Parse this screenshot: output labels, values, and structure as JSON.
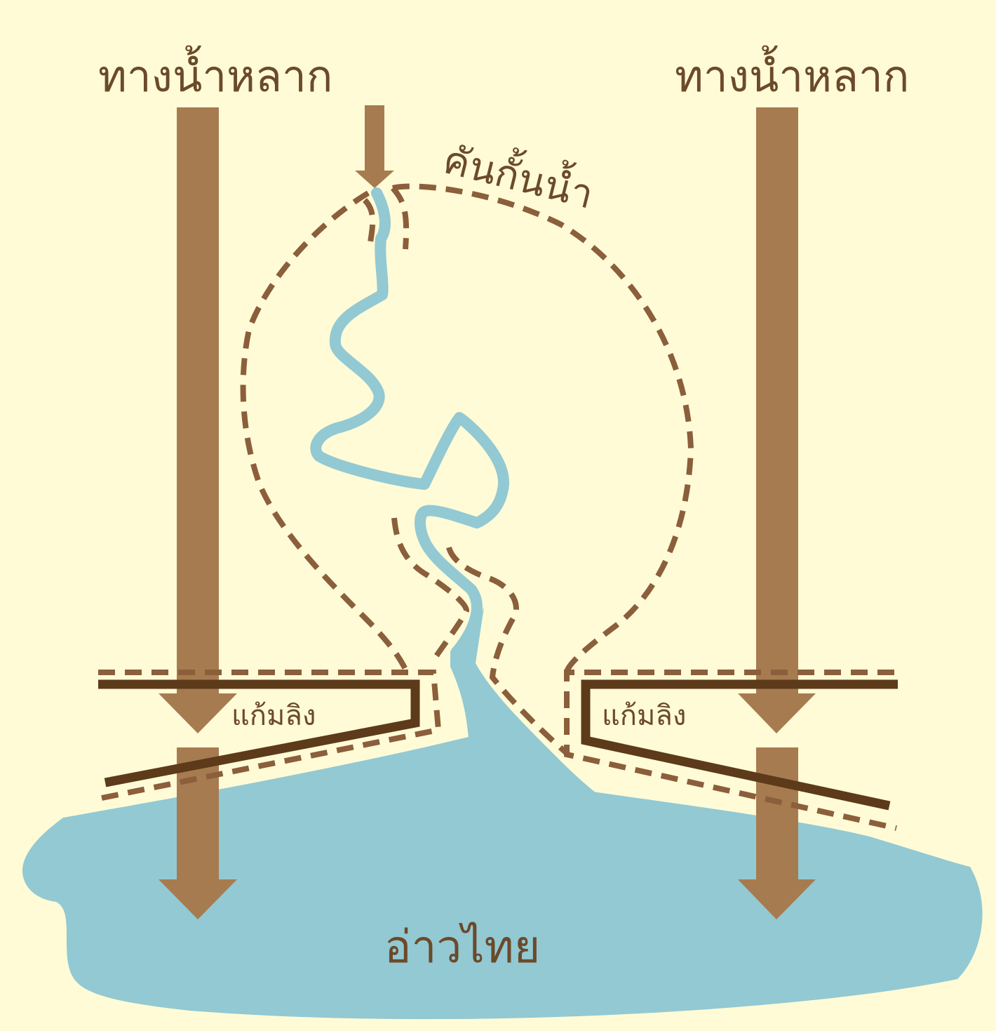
{
  "labels": {
    "floodway_left": "ทางน้ำหลาก",
    "floodway_right": "ทางน้ำหลาก",
    "dike": "คันกั้นน้ำ",
    "monkey_cheek_left": "แก้มลิง",
    "monkey_cheek_right": "แก้มลิง",
    "gulf": "อ่าวไทย"
  },
  "colors": {
    "background": "#fffbd6",
    "water": "#92c9d3",
    "arrow": "#a77b50",
    "dike_dash": "#8b5e3c",
    "wall": "#5c3a1a",
    "text": "#6b4a2a"
  }
}
